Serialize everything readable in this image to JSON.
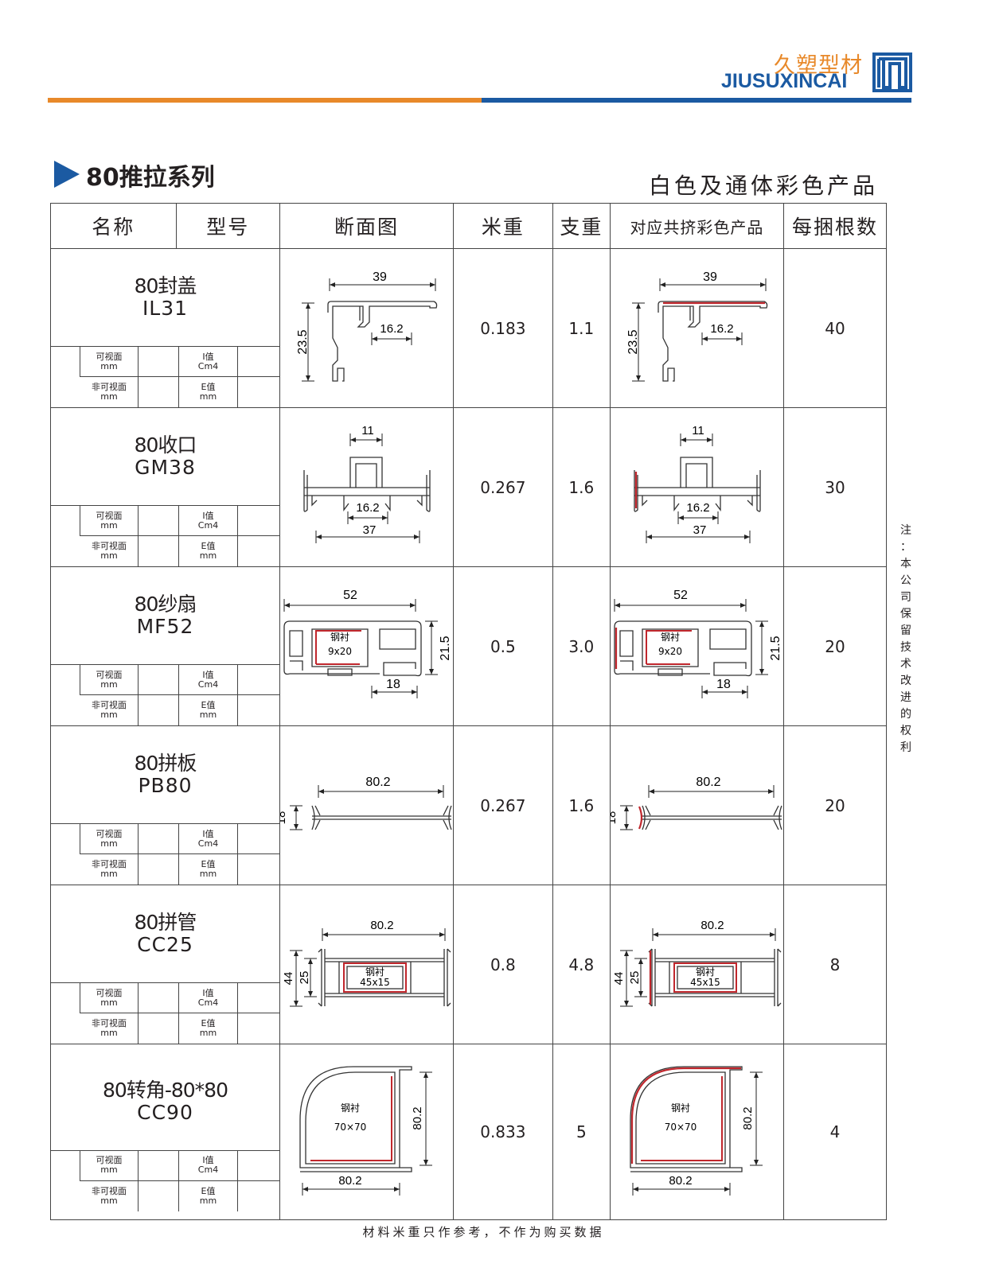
{
  "header": {
    "logo_cn": "久塑型材",
    "logo_en": "JIUSUXINCAI",
    "brand_orange": "#e8892a",
    "brand_blue": "#1b5aa2"
  },
  "section": {
    "title": "80推拉系列",
    "subtitle": "白色及通体彩色产品"
  },
  "table": {
    "headers": [
      "名称",
      "型号",
      "断面图",
      "米重",
      "支重",
      "对应共挤彩色产品",
      "每捆根数"
    ],
    "sub_labels": {
      "visible": "可视面",
      "non_visible": "非可视面",
      "mm": "mm",
      "i_value": "I值",
      "cm4": "Cm4",
      "e_value": "E值"
    },
    "rows": [
      {
        "name": "80封盖",
        "code": "IL31",
        "meter_weight": "0.183",
        "piece_weight": "1.1",
        "per_bundle": "40",
        "dims": [
          "39",
          "23.5",
          "16.2"
        ]
      },
      {
        "name": "80收口",
        "code": "GM38",
        "meter_weight": "0.267",
        "piece_weight": "1.6",
        "per_bundle": "30",
        "dims": [
          "11",
          "16.2",
          "37"
        ]
      },
      {
        "name": "80纱扇",
        "code": "MF52",
        "meter_weight": "0.5",
        "piece_weight": "3.0",
        "per_bundle": "20",
        "dims": [
          "52",
          "21.5",
          "18"
        ],
        "steel": [
          "钢衬",
          "9x20"
        ]
      },
      {
        "name": "80拼板",
        "code": "PB80",
        "meter_weight": "0.267",
        "piece_weight": "1.6",
        "per_bundle": "20",
        "dims": [
          "80.2",
          "18"
        ]
      },
      {
        "name": "80拼管",
        "code": "CC25",
        "meter_weight": "0.8",
        "piece_weight": "4.8",
        "per_bundle": "8",
        "dims": [
          "80.2",
          "44",
          "25"
        ],
        "steel": [
          "钢衬",
          "45x15"
        ]
      },
      {
        "name": "80转角-80*80",
        "code": "CC90",
        "meter_weight": "0.833",
        "piece_weight": "5",
        "per_bundle": "4",
        "dims": [
          "80.2",
          "80.2"
        ],
        "steel": [
          "钢衬",
          "70×70"
        ]
      }
    ]
  },
  "note": "注：本公司保留技术改进的权利",
  "footer": "材料米重只作参考，不作为购买数据"
}
